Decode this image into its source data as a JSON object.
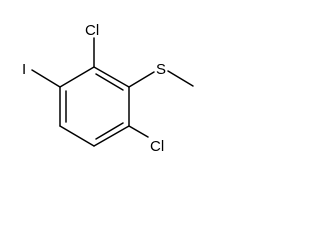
{
  "molecule": {
    "atoms": {
      "chlorine_top": "Cl",
      "iodine": "I",
      "sulfur": "S",
      "chlorine_bottom": "Cl"
    },
    "bond_color": "#000000",
    "background_color": "#ffffff"
  }
}
